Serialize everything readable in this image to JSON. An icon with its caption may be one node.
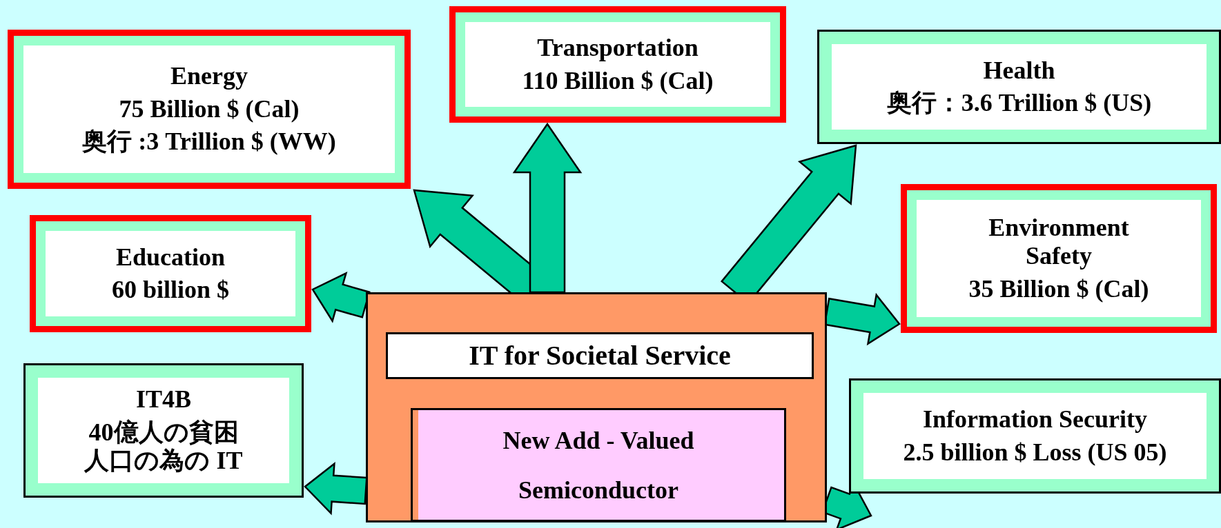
{
  "diagram": {
    "nodes": [
      {
        "text": [
          "Energy",
          "75 Billion $ (Cal)",
          "奥行 :3 Trillion $ (WW)"
        ]
      },
      {
        "text": [
          "Transportation",
          "110 Billion $ (Cal)"
        ]
      },
      {
        "text": [
          "Health",
          "奥行：3.6 Trillion $ (US)"
        ]
      },
      {
        "text": [
          "Education",
          "60 billion $"
        ]
      },
      {
        "text": [
          "Environment Safety",
          "35 Billion $ (Cal)"
        ]
      },
      {
        "text": [
          "IT4B",
          "40億人の貧困人口の為の IT"
        ]
      },
      {
        "text": [],
        "shape": "box"
      },
      {
        "text": [
          "IT for Societal Service"
        ],
        "in": 6
      },
      {
        "text": [
          "New Add - Valued Semiconductor"
        ],
        "in": 6
      },
      {
        "text": [
          "Information Security",
          "2.5 billion $ Loss (US 05)"
        ]
      }
    ],
    "edges": [
      {
        "from": 6,
        "to": 0,
        "arrow": "to"
      },
      {
        "from": 6,
        "to": 1,
        "arrow": "to"
      },
      {
        "from": 6,
        "to": 2,
        "arrow": "to"
      },
      {
        "from": 6,
        "to": 3,
        "arrow": "to"
      },
      {
        "from": 6,
        "to": 4,
        "arrow": "to"
      },
      {
        "from": 6,
        "to": 5,
        "arrow": "to"
      },
      {
        "from": 6,
        "to": 9,
        "arrow": "to"
      }
    ]
  }
}
